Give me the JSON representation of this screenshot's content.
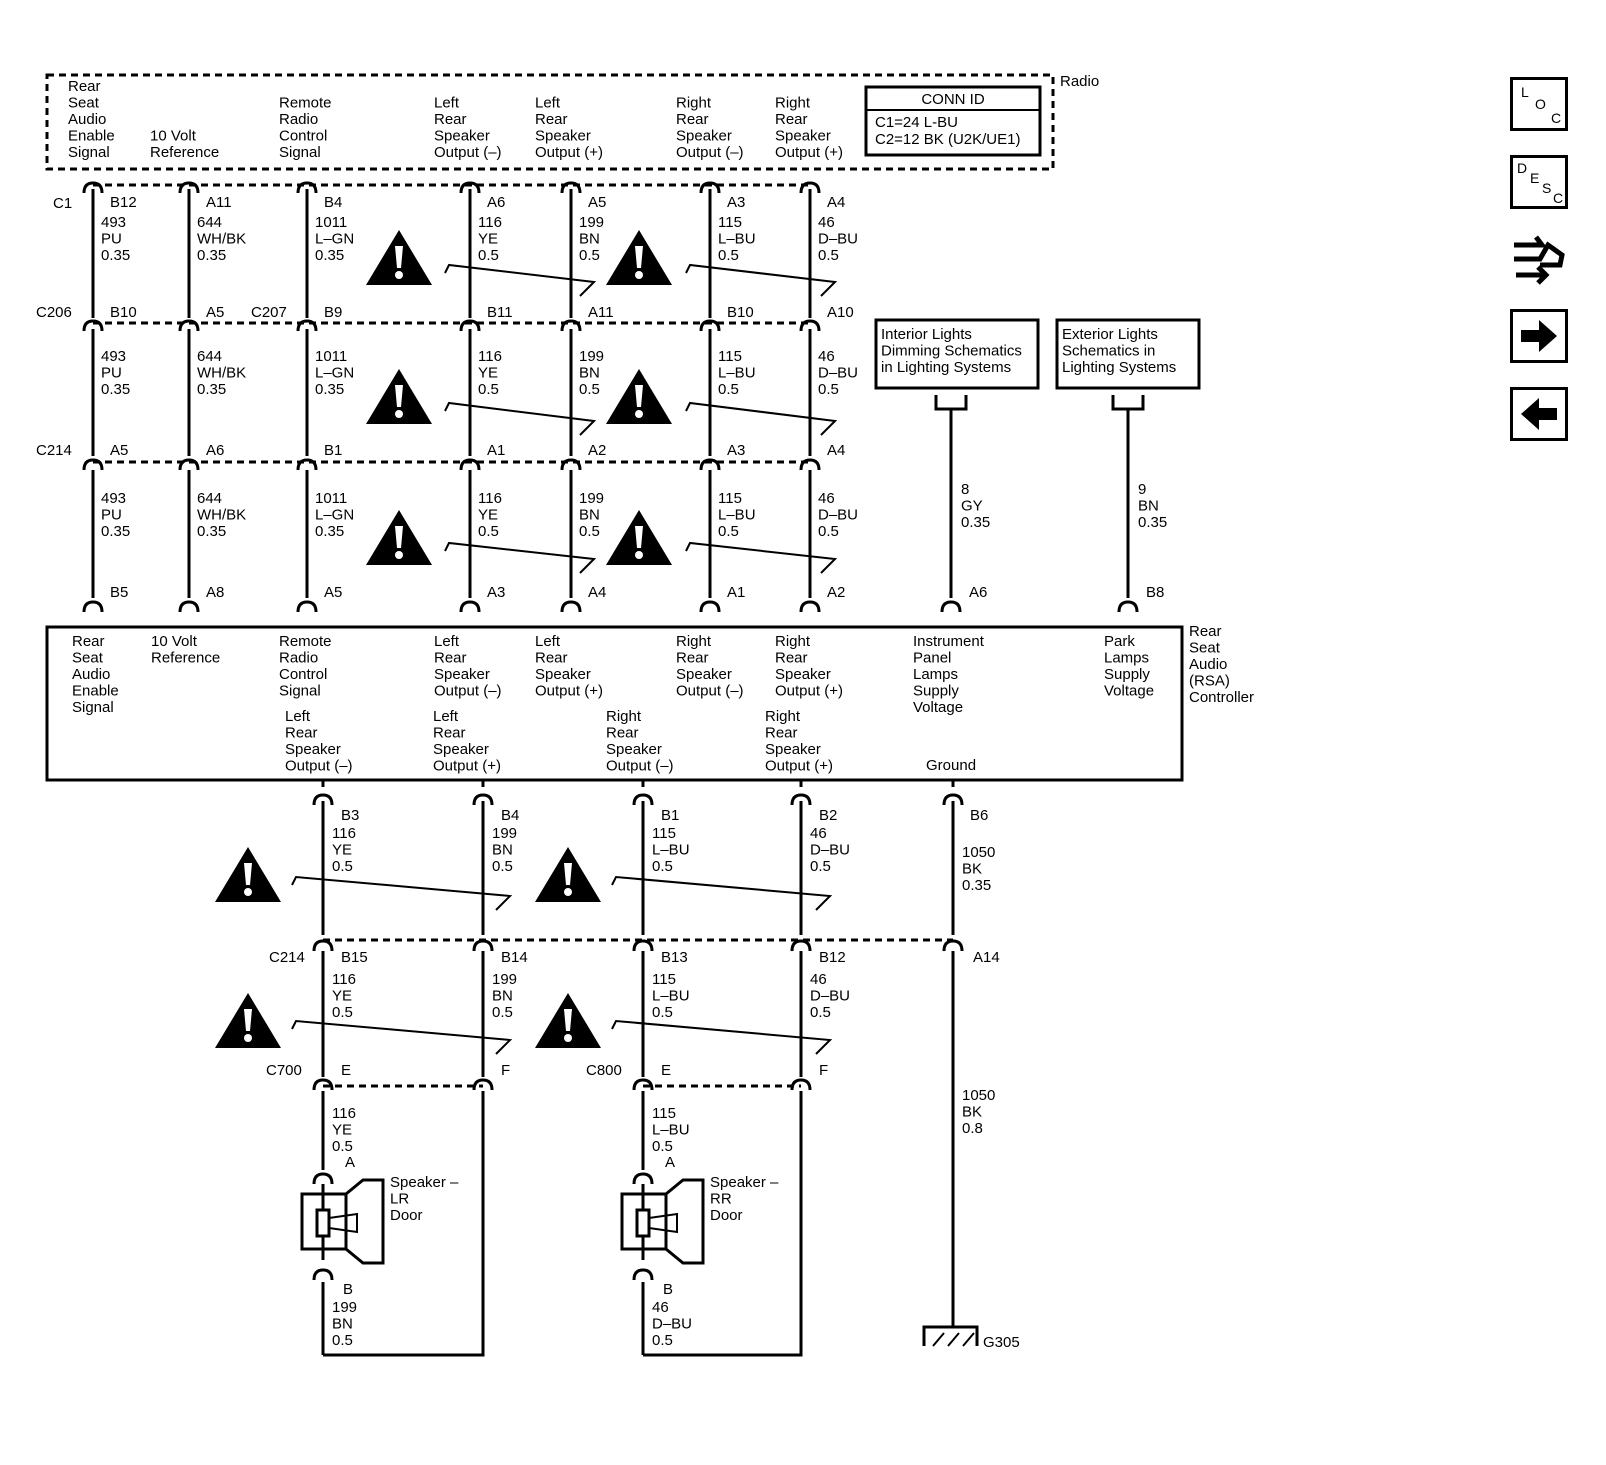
{
  "radio": {
    "title": "Radio",
    "conn_id": {
      "title": "CONN ID",
      "lines": [
        "C1=24 L-BU",
        "C2=12 BK (U2K/UE1)"
      ]
    },
    "pins": [
      {
        "label": [
          "Rear",
          "Seat",
          "Audio",
          "Enable",
          "Signal"
        ]
      },
      {
        "label": [
          "10 Volt",
          "Reference"
        ]
      },
      {
        "label": [
          "Remote",
          "Radio",
          "Control",
          "Signal"
        ]
      },
      {
        "label": [
          "Left",
          "Rear",
          "Speaker",
          "Output (–)"
        ]
      },
      {
        "label": [
          "Left",
          "Rear",
          "Speaker",
          "Output (+)"
        ]
      },
      {
        "label": [
          "Right",
          "Rear",
          "Speaker",
          "Output (–)"
        ]
      },
      {
        "label": [
          "Right",
          "Rear",
          "Speaker",
          "Output (+)"
        ]
      }
    ]
  },
  "connectors": {
    "c1": "C1",
    "c206": "C206",
    "c207": "C207",
    "c214": "C214",
    "c214_lower": "C214",
    "c700": "C700",
    "c800": "C800"
  },
  "upper_wires": [
    {
      "pins": [
        "B12",
        "B10",
        "A5",
        "B5"
      ],
      "circuit": "493",
      "color": "PU",
      "gauge": "0.35"
    },
    {
      "pins": [
        "A11",
        "A5",
        "A6",
        "A8"
      ],
      "circuit": "644",
      "color": "WH/BK",
      "gauge": "0.35"
    },
    {
      "pins": [
        "B4",
        "B9",
        "B1",
        "A5"
      ],
      "circuit": "1011",
      "color": "L–GN",
      "gauge": "0.35"
    },
    {
      "pins": [
        "A6",
        "B11",
        "A1",
        "A3"
      ],
      "circuit": "116",
      "color": "YE",
      "gauge": "0.5"
    },
    {
      "pins": [
        "A5",
        "A11",
        "A2",
        "A4"
      ],
      "circuit": "199",
      "color": "BN",
      "gauge": "0.5"
    },
    {
      "pins": [
        "A3",
        "B10",
        "A3",
        "A1"
      ],
      "circuit": "115",
      "color": "L–BU",
      "gauge": "0.5"
    },
    {
      "pins": [
        "A4",
        "A10",
        "A4",
        "A2"
      ],
      "circuit": "46",
      "color": "D–BU",
      "gauge": "0.5"
    }
  ],
  "lighting_refs": [
    {
      "text": [
        "Interior Lights",
        "Dimming Schematics",
        "in Lighting Systems"
      ],
      "circuit": "8",
      "color": "GY",
      "gauge": "0.35",
      "pin": "A6"
    },
    {
      "text": [
        "Exterior Lights",
        "Schematics in",
        "Lighting Systems"
      ],
      "circuit": "9",
      "color": "BN",
      "gauge": "0.35",
      "pin": "B8"
    }
  ],
  "rsa": {
    "title": [
      "Rear",
      "Seat",
      "Audio",
      "(RSA)",
      "Controller"
    ],
    "top_labels": [
      [
        "Rear",
        "Seat",
        "Audio",
        "Enable",
        "Signal"
      ],
      [
        "10 Volt",
        "Reference"
      ],
      [
        "Remote",
        "Radio",
        "Control",
        "Signal"
      ],
      [
        "Left",
        "Rear",
        "Speaker",
        "Output (–)"
      ],
      [
        "Left",
        "Rear",
        "Speaker",
        "Output (+)"
      ],
      [
        "Right",
        "Rear",
        "Speaker",
        "Output (–)"
      ],
      [
        "Right",
        "Rear",
        "Speaker",
        "Output (+)"
      ],
      [
        "Instrument",
        "Panel",
        "Lamps",
        "Supply",
        "Voltage"
      ],
      [
        "Park",
        "Lamps",
        "Supply",
        "Voltage"
      ]
    ],
    "bottom_labels": [
      [
        "Left",
        "Rear",
        "Speaker",
        "Output (–)"
      ],
      [
        "Left",
        "Rear",
        "Speaker",
        "Output (+)"
      ],
      [
        "Right",
        "Rear",
        "Speaker",
        "Output (–)"
      ],
      [
        "Right",
        "Rear",
        "Speaker",
        "Output (+)"
      ],
      [
        "Ground"
      ]
    ]
  },
  "lower_wires": [
    {
      "pins": [
        "B3",
        "B15",
        "E",
        "A"
      ],
      "circuit": "116",
      "color": "YE",
      "gauge": "0.5"
    },
    {
      "pins": [
        "B4",
        "B14",
        "F"
      ],
      "circuit": "199",
      "color": "BN",
      "gauge": "0.5"
    },
    {
      "pins": [
        "B1",
        "B13",
        "E",
        "A"
      ],
      "circuit": "115",
      "color": "L–BU",
      "gauge": "0.5"
    },
    {
      "pins": [
        "B2",
        "B12",
        "F"
      ],
      "circuit": "46",
      "color": "D–BU",
      "gauge": "0.5"
    }
  ],
  "ground_wire": {
    "pins": [
      "B6",
      "A14"
    ],
    "upper": {
      "circuit": "1050",
      "color": "BK",
      "gauge": "0.35"
    },
    "lower": {
      "circuit": "1050",
      "color": "BK",
      "gauge": "0.8"
    },
    "ground_label": "G305"
  },
  "speakers": [
    {
      "label": [
        "Speaker –",
        "LR",
        "Door"
      ],
      "pin_a": "A",
      "pin_b": "B",
      "circuit": "199",
      "color": "BN",
      "gauge": "0.5"
    },
    {
      "label": [
        "Speaker –",
        "RR",
        "Door"
      ],
      "pin_a": "A",
      "pin_b": "B",
      "circuit": "46",
      "color": "D–BU",
      "gauge": "0.5"
    }
  ],
  "nav_buttons": [
    {
      "type": "loc",
      "letters": [
        "L",
        "O",
        "C"
      ]
    },
    {
      "type": "desc",
      "letters": [
        "D",
        "E",
        "S",
        "C"
      ]
    },
    {
      "type": "connector-icon"
    },
    {
      "type": "next-arrow"
    },
    {
      "type": "prev-arrow"
    }
  ]
}
